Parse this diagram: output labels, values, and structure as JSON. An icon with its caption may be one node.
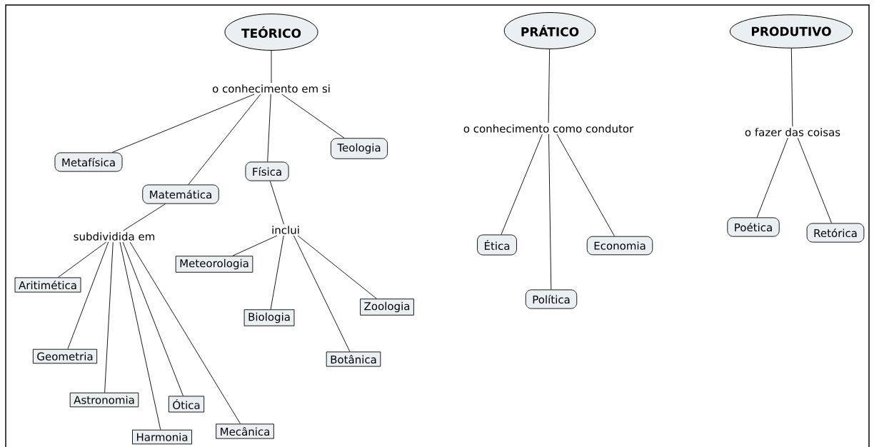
{
  "diagram": {
    "nodes": [
      {
        "text": [
          "TEÓRICO"
        ]
      },
      {
        "text": [
          "o conhecimento em si"
        ]
      },
      {
        "text": [
          "Metafísica"
        ]
      },
      {
        "text": [
          "Teologia"
        ]
      },
      {
        "text": [
          "Física"
        ]
      },
      {
        "text": [
          "Matemática"
        ]
      },
      {
        "text": [
          "subdividida em"
        ]
      },
      {
        "text": [
          "inclui"
        ]
      },
      {
        "text": [
          "Meteorologia"
        ]
      },
      {
        "text": [
          "Aritimética"
        ]
      },
      {
        "text": [
          "Zoologia"
        ]
      },
      {
        "text": [
          "Biologia"
        ]
      },
      {
        "text": [
          "Geometria"
        ]
      },
      {
        "text": [
          "Botânica"
        ]
      },
      {
        "text": [
          "Astronomia"
        ]
      },
      {
        "text": [
          "Ótica"
        ]
      },
      {
        "text": [
          "Mecânica"
        ]
      },
      {
        "text": [
          "Harmonia"
        ]
      },
      {
        "text": [
          "PRÁTICO"
        ]
      },
      {
        "text": [
          "o conhecimento como condutor"
        ]
      },
      {
        "text": [
          "Ética"
        ]
      },
      {
        "text": [
          "Economia"
        ]
      },
      {
        "text": [
          "Política"
        ]
      },
      {
        "text": [
          "PRODUTIVO"
        ]
      },
      {
        "text": [
          "o fazer das coisas"
        ]
      },
      {
        "text": [
          "Poética"
        ]
      },
      {
        "text": [
          "Retórica"
        ]
      }
    ],
    "edges": [
      {
        "from": 0,
        "to": 1,
        "arrow": "none"
      },
      {
        "from": 1,
        "to": 2,
        "arrow": "none"
      },
      {
        "from": 1,
        "to": 5,
        "arrow": "none"
      },
      {
        "from": 1,
        "to": 4,
        "arrow": "none"
      },
      {
        "from": 1,
        "to": 3,
        "arrow": "none"
      },
      {
        "from": 5,
        "to": 6,
        "arrow": "none"
      },
      {
        "from": 4,
        "to": 7,
        "arrow": "none"
      },
      {
        "from": 6,
        "to": 9,
        "arrow": "none"
      },
      {
        "from": 6,
        "to": 12,
        "arrow": "none"
      },
      {
        "from": 6,
        "to": 14,
        "arrow": "none"
      },
      {
        "from": 6,
        "to": 17,
        "arrow": "none"
      },
      {
        "from": 6,
        "to": 15,
        "arrow": "none"
      },
      {
        "from": 6,
        "to": 16,
        "arrow": "none"
      },
      {
        "from": 7,
        "to": 8,
        "arrow": "none"
      },
      {
        "from": 7,
        "to": 11,
        "arrow": "none"
      },
      {
        "from": 7,
        "to": 13,
        "arrow": "none"
      },
      {
        "from": 7,
        "to": 10,
        "arrow": "none"
      },
      {
        "from": 18,
        "to": 19,
        "arrow": "none"
      },
      {
        "from": 19,
        "to": 20,
        "arrow": "none"
      },
      {
        "from": 19,
        "to": 22,
        "arrow": "none"
      },
      {
        "from": 19,
        "to": 21,
        "arrow": "none"
      },
      {
        "from": 23,
        "to": 24,
        "arrow": "none"
      },
      {
        "from": 24,
        "to": 25,
        "arrow": "none"
      },
      {
        "from": 24,
        "to": 26,
        "arrow": "none"
      }
    ]
  }
}
